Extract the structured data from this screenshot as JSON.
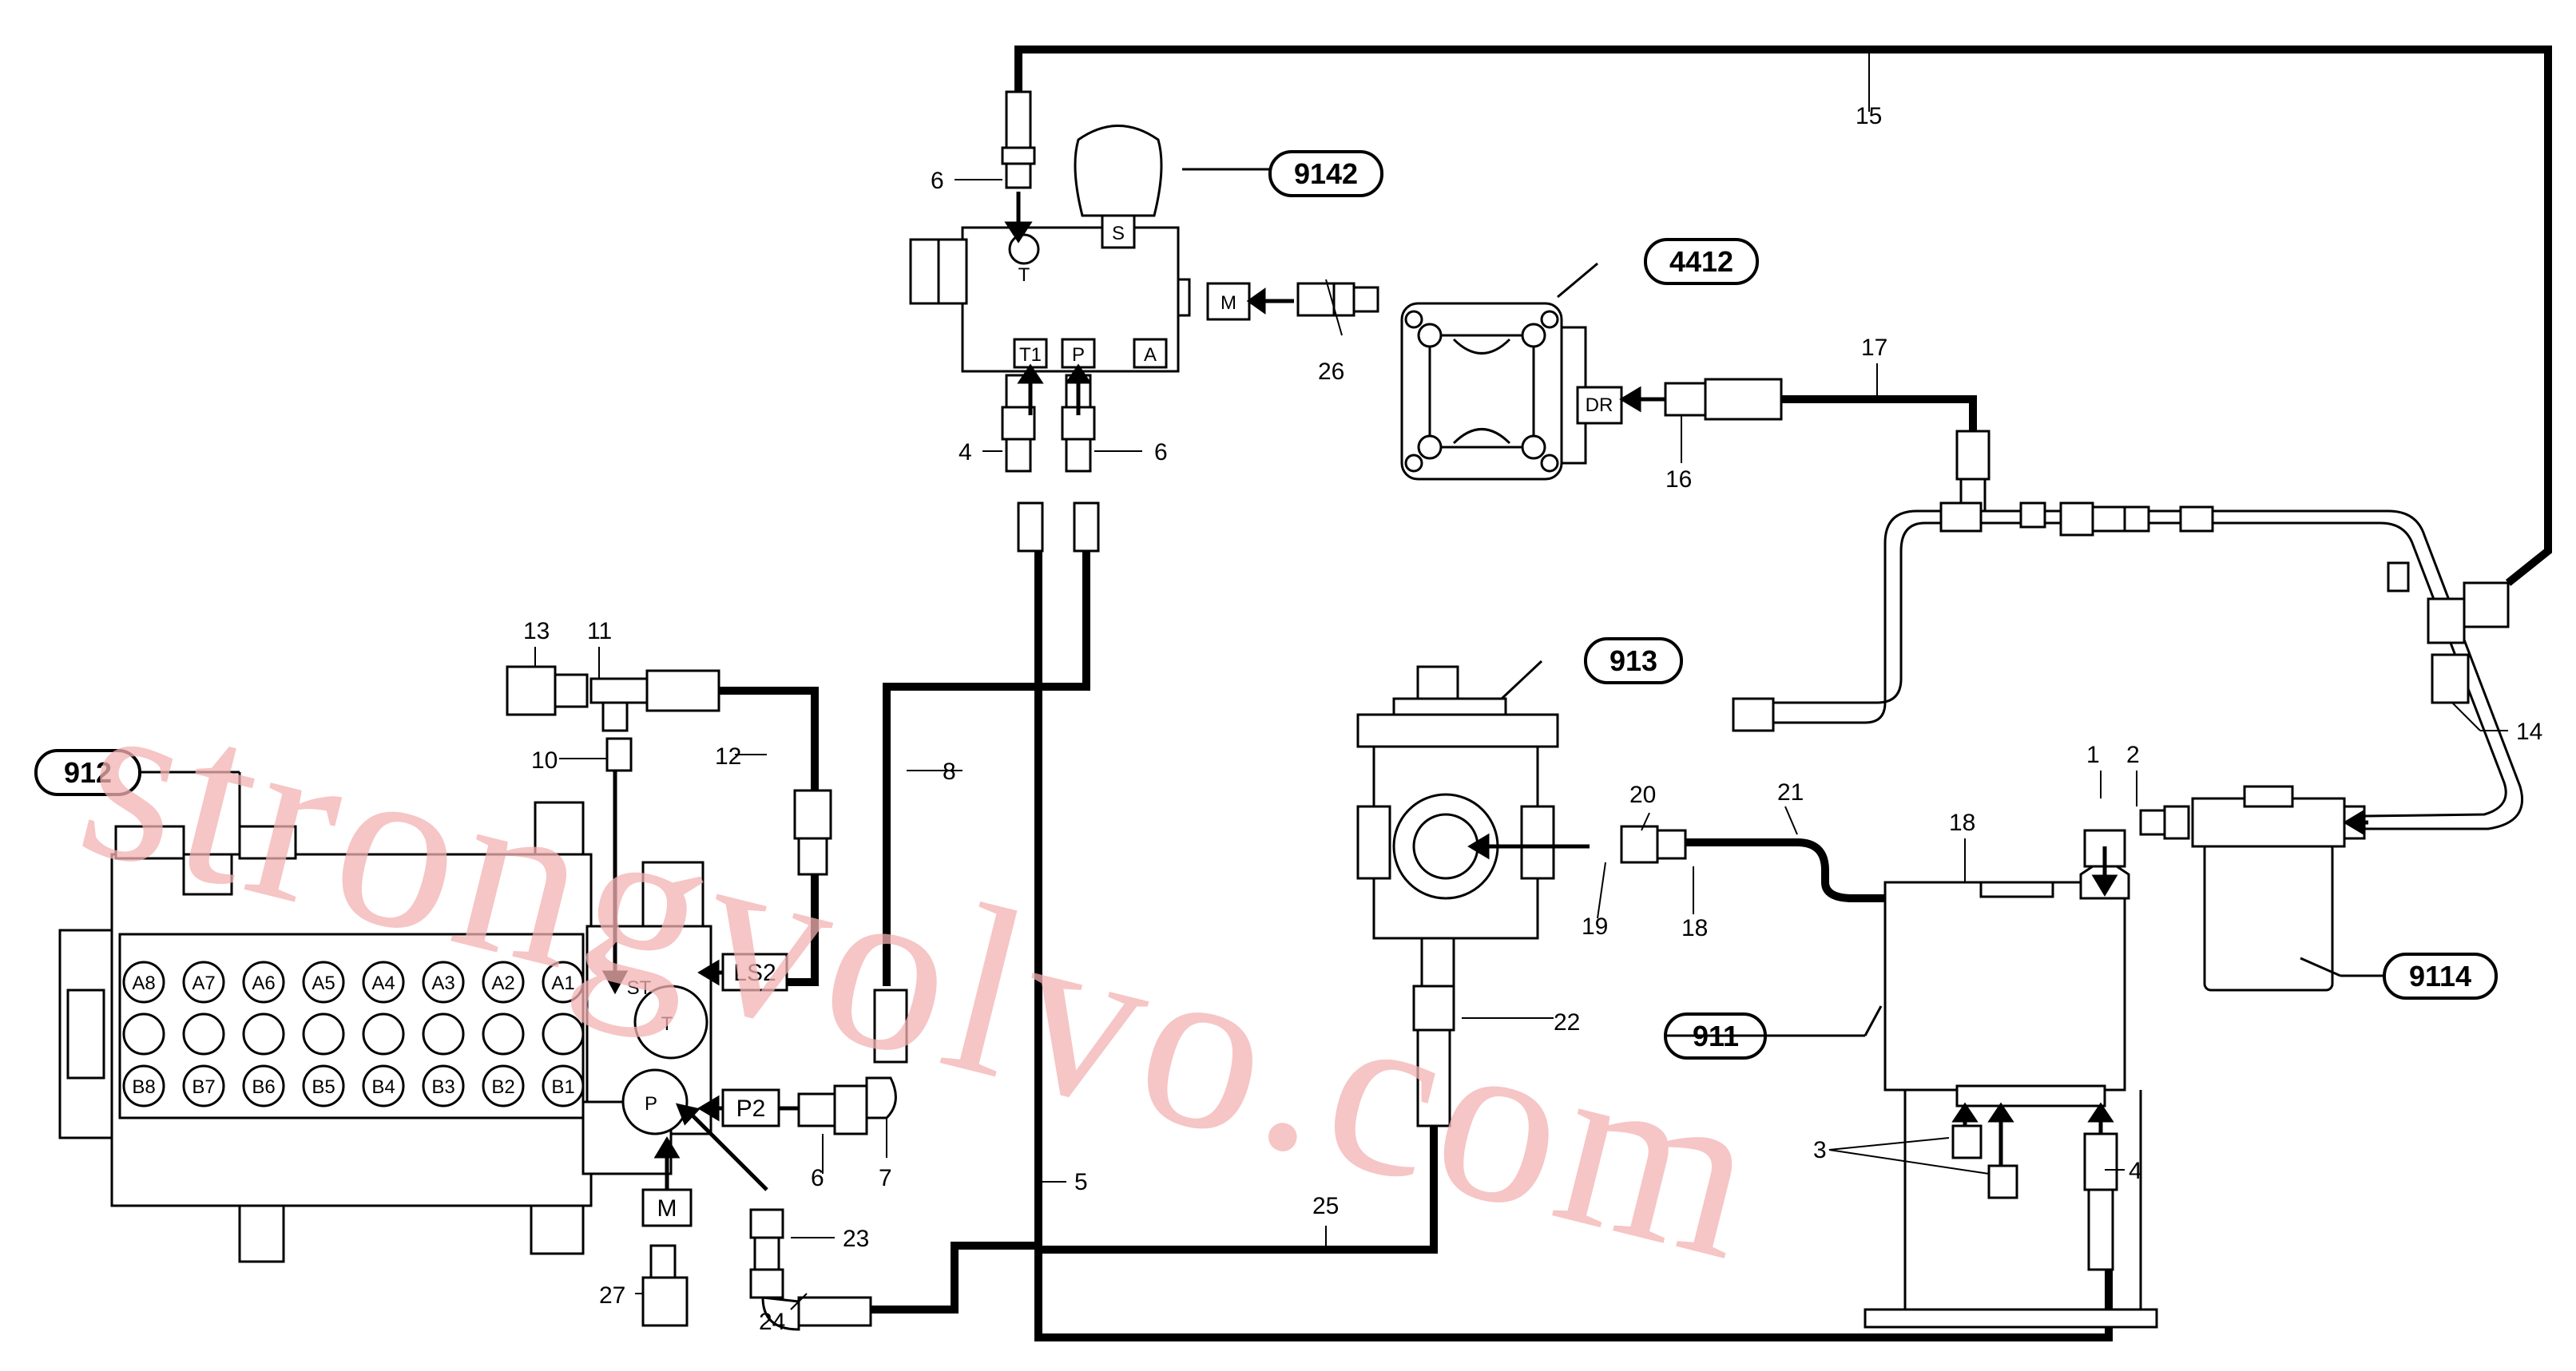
{
  "components": {
    "c9142": "9142",
    "c4412": "4412",
    "c913": "913",
    "c912": "912",
    "c911": "911",
    "c9114": "9114"
  },
  "ports": {
    "t": "T",
    "s": "S",
    "t1": "T1",
    "p": "P",
    "a": "A",
    "m": "M",
    "dr": "DR",
    "ls2": "LS2",
    "p2": "P2",
    "st": "ST",
    "tv": "T",
    "pv": "P",
    "a8": "A8",
    "a7": "A7",
    "a6": "A6",
    "a5": "A5",
    "a4": "A4",
    "a3": "A3",
    "a2": "A2",
    "a1": "A1",
    "b8": "B8",
    "b7": "B7",
    "b6": "B6",
    "b5": "B5",
    "b4": "B4",
    "b3": "B3",
    "b2": "B2",
    "b1": "B1"
  },
  "callouts": {
    "n1": "1",
    "n2": "2",
    "n3": "3",
    "n4a": "4",
    "n4b": "4",
    "n5": "5",
    "n6a": "6",
    "n6b": "6",
    "n6c": "6",
    "n7": "7",
    "n8": "8",
    "n10": "10",
    "n11": "11",
    "n12": "12",
    "n13": "13",
    "n14": "14",
    "n15": "15",
    "n16": "16",
    "n17": "17",
    "n18a": "18",
    "n18b": "18",
    "n19": "19",
    "n20": "20",
    "n21": "21",
    "n22": "22",
    "n23": "23",
    "n24": "24",
    "n25": "25",
    "n26": "26",
    "n27": "27"
  },
  "watermark": "strongvolvo.com"
}
